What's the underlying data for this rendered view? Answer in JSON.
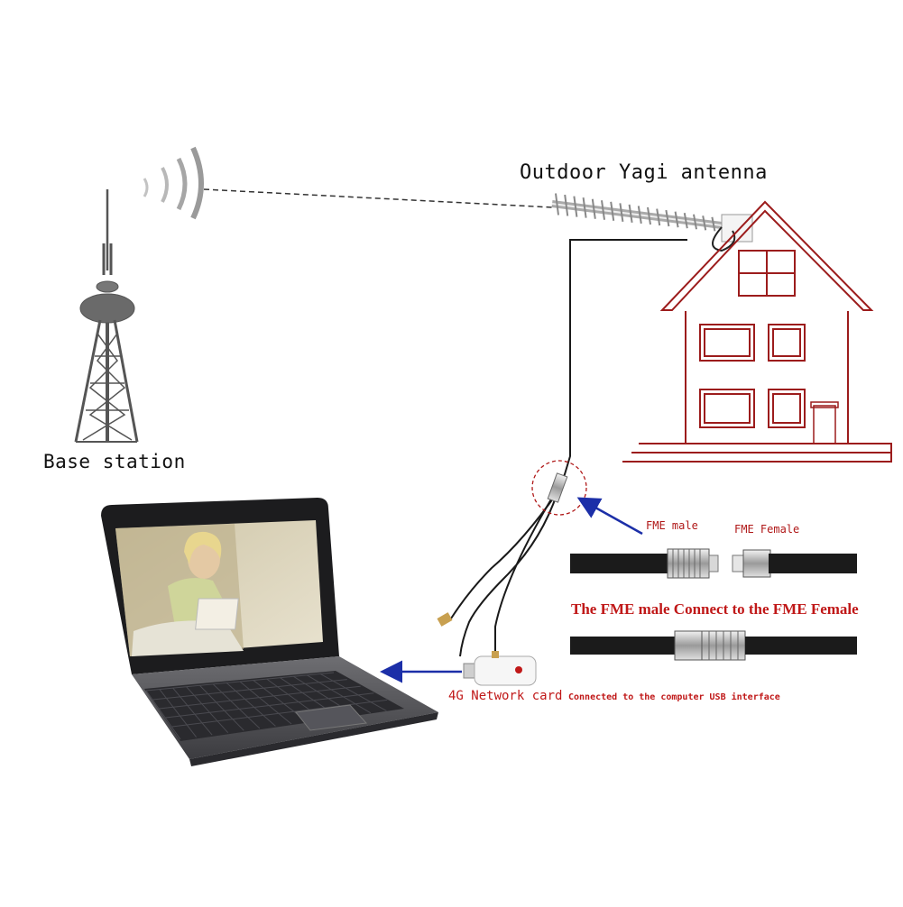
{
  "labels": {
    "base_station": "Base station",
    "yagi": "Outdoor Yagi antenna",
    "fme_male": "FME male",
    "fme_female": "FME Female",
    "connect": "The FME male Connect to the FME Female",
    "network_card": "4G Network card",
    "usb_interface": "Connected to the computer USB interface"
  },
  "colors": {
    "house_line": "#9c1c1c",
    "label_red": "#c01818",
    "arrow_blue": "#1c2fa8",
    "tower_gray": "#555555",
    "cable_black": "#1a1a1a"
  }
}
